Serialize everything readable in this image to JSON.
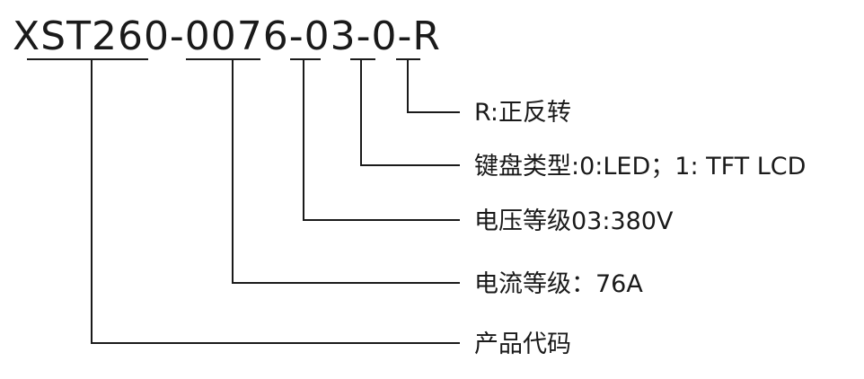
{
  "model_code": "XST260-0076-03-0-R",
  "segments": [
    {
      "id": "product",
      "description": "产品代码"
    },
    {
      "id": "current",
      "description": "电流等级：76A"
    },
    {
      "id": "voltage",
      "description": "电压等级03:380V"
    },
    {
      "id": "keypad",
      "description": "键盘类型:0:LED；1: TFT LCD"
    },
    {
      "id": "rotation",
      "description": "R:正反转"
    }
  ]
}
